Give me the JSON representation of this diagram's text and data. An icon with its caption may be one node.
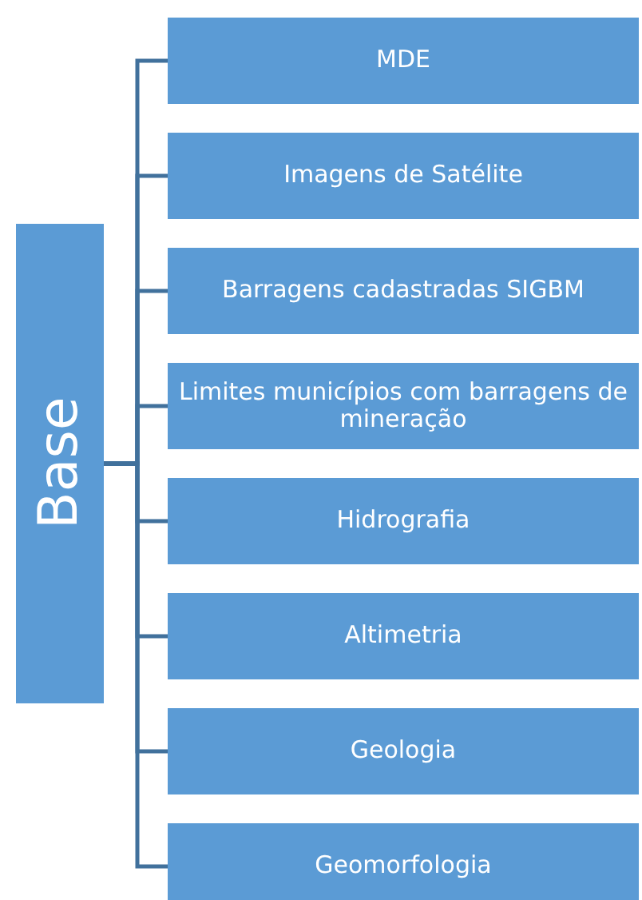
{
  "diagram": {
    "nodes": [
      {
        "text": [
          "Base"
        ]
      },
      {
        "text": [
          "MDE"
        ]
      },
      {
        "text": [
          "Imagens de Satélite"
        ]
      },
      {
        "text": [
          "Barragens cadastradas SIGBM"
        ]
      },
      {
        "text": [
          "Limites municípios com barragens de mineração"
        ]
      },
      {
        "text": [
          "Hidrografia"
        ]
      },
      {
        "text": [
          "Altimetria"
        ]
      },
      {
        "text": [
          "Geologia"
        ]
      },
      {
        "text": [
          "Geomorfologia"
        ]
      }
    ],
    "edges": [
      {
        "from": 0,
        "to": 1,
        "arrow": "none"
      },
      {
        "from": 0,
        "to": 2,
        "arrow": "none"
      },
      {
        "from": 0,
        "to": 3,
        "arrow": "none"
      },
      {
        "from": 0,
        "to": 4,
        "arrow": "none"
      },
      {
        "from": 0,
        "to": 5,
        "arrow": "none"
      },
      {
        "from": 0,
        "to": 6,
        "arrow": "none"
      },
      {
        "from": 0,
        "to": 7,
        "arrow": "none"
      },
      {
        "from": 0,
        "to": 8,
        "arrow": "none"
      }
    ]
  }
}
